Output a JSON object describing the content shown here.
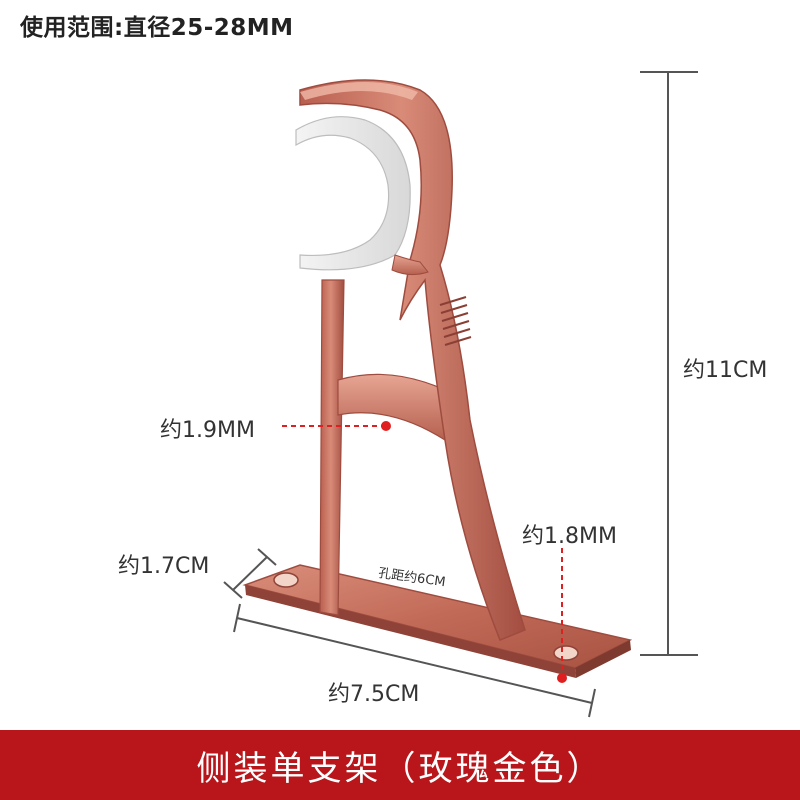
{
  "header": {
    "title": "使用范围:直径25-28MM"
  },
  "dimensions": {
    "height": "约11CM",
    "thickness": "约1.9MM",
    "base_thickness": "约1.8MM",
    "base_width": "约1.7CM",
    "hole_spacing": "孔距约6CM",
    "base_length": "约7.5CM"
  },
  "footer": {
    "caption": "侧装单支架（玫瑰金色）"
  },
  "colors": {
    "rose_gold": "#c8705f",
    "rose_gold_dark": "#9e4c3f",
    "rose_gold_light": "#e9a796",
    "banner": "#b8161b",
    "dimension_red": "#e02020"
  }
}
